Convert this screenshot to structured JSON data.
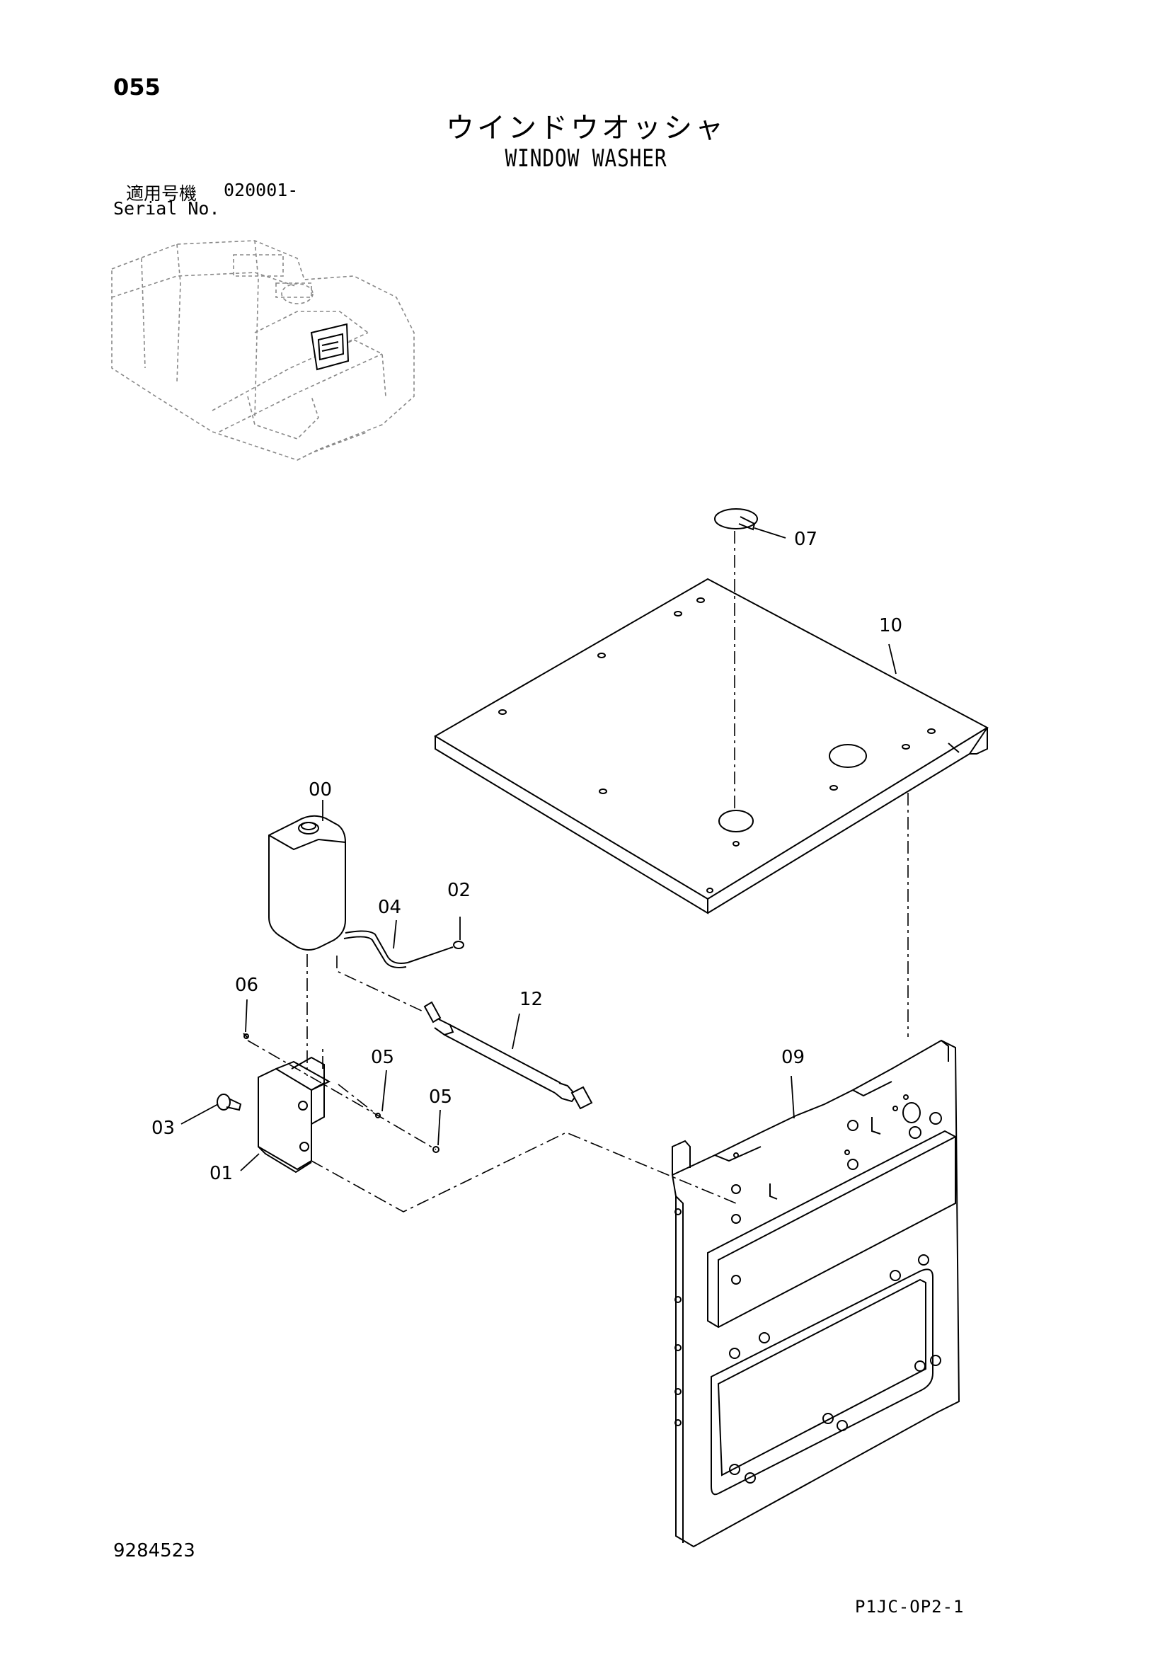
{
  "page_number": "055",
  "title_jp": "ウインドウオッシャ",
  "title_en": "WINDOW WASHER",
  "serial": {
    "label_jp": "適用号機",
    "range": "020001-",
    "label_en": "Serial No."
  },
  "callouts": [
    "00",
    "01",
    "02",
    "03",
    "04",
    "05",
    "05",
    "06",
    "07",
    "09",
    "10",
    "12"
  ],
  "doc_number": "9284523",
  "ref_code": "P1JC-OP2-1"
}
